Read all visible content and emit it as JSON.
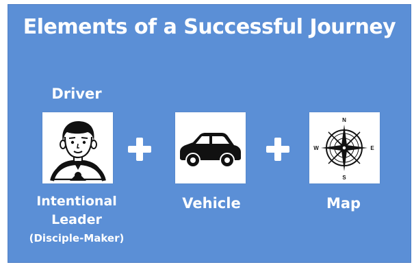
{
  "slide": {
    "title": "Elements of a Successful Journey",
    "background_color": "#5b8fd6"
  },
  "driver": {
    "heading": "Driver",
    "icon": "driver-person-icon",
    "caption_line1": "Intentional",
    "caption_line2": "Leader",
    "caption_line3": "(Disciple-Maker)"
  },
  "operators": {
    "first": "plus-icon",
    "second": "plus-icon"
  },
  "vehicle": {
    "icon": "car-icon",
    "caption": "Vehicle"
  },
  "map": {
    "icon": "compass-rose-icon",
    "caption": "Map",
    "compass_north": "N",
    "compass_south": "S",
    "compass_east": "E",
    "compass_west": "W"
  }
}
